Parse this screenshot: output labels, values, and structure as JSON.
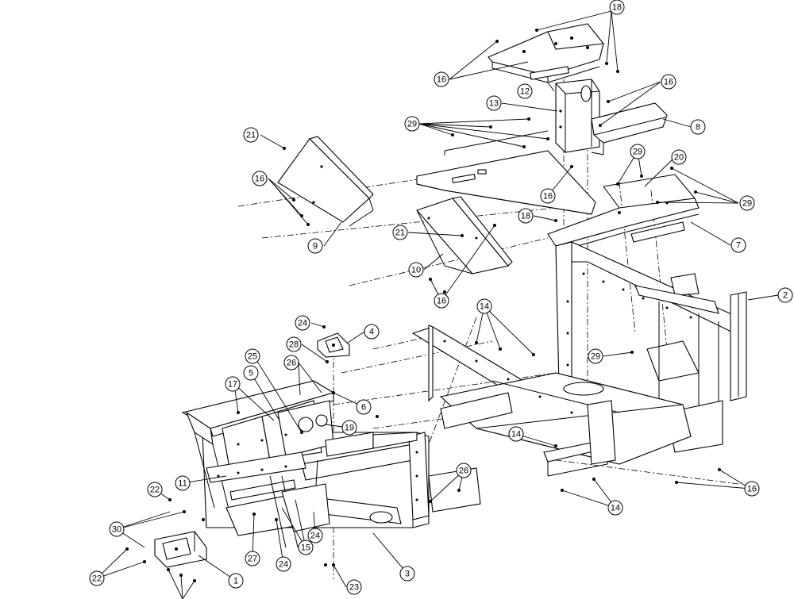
{
  "diagram": {
    "callouts": [
      {
        "label": "1"
      },
      {
        "label": "2"
      },
      {
        "label": "3"
      },
      {
        "label": "4"
      },
      {
        "label": "5"
      },
      {
        "label": "6"
      },
      {
        "label": "7"
      },
      {
        "label": "8"
      },
      {
        "label": "9"
      },
      {
        "label": "10"
      },
      {
        "label": "11"
      },
      {
        "label": "12"
      },
      {
        "label": "13"
      },
      {
        "label": "14"
      },
      {
        "label": "14"
      },
      {
        "label": "14"
      },
      {
        "label": "14"
      },
      {
        "label": "15"
      },
      {
        "label": "16"
      },
      {
        "label": "16"
      },
      {
        "label": "16"
      },
      {
        "label": "16"
      },
      {
        "label": "16"
      },
      {
        "label": "16"
      },
      {
        "label": "17"
      },
      {
        "label": "18"
      },
      {
        "label": "18"
      },
      {
        "label": "19"
      },
      {
        "label": "20"
      },
      {
        "label": "21"
      },
      {
        "label": "21"
      },
      {
        "label": "22"
      },
      {
        "label": "22"
      },
      {
        "label": "23"
      },
      {
        "label": "24"
      },
      {
        "label": "24"
      },
      {
        "label": "24"
      },
      {
        "label": "25"
      },
      {
        "label": "26"
      },
      {
        "label": "26"
      },
      {
        "label": "27"
      },
      {
        "label": "28"
      },
      {
        "label": "29"
      },
      {
        "label": "29"
      },
      {
        "label": "29"
      },
      {
        "label": "29"
      },
      {
        "label": "30"
      }
    ]
  }
}
